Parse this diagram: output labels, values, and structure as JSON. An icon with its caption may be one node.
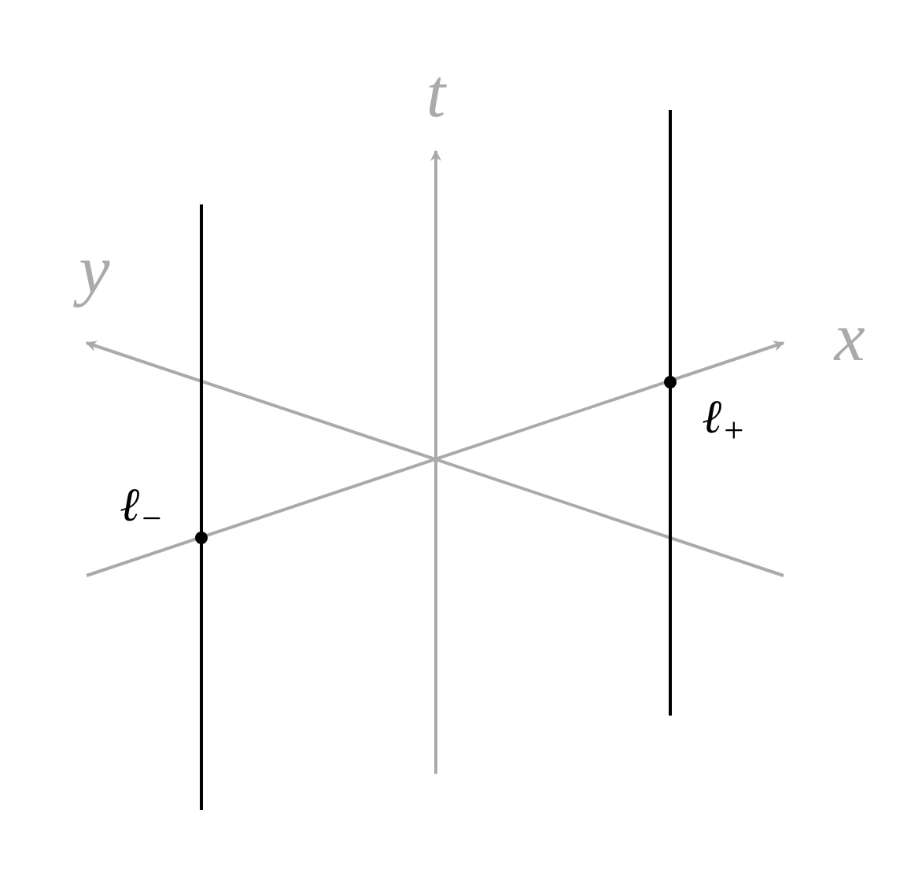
{
  "diagram": {
    "labels": [
      "t",
      "y",
      "x",
      "ℓ$_{+}$",
      "ℓ$_{−}$"
    ]
  }
}
